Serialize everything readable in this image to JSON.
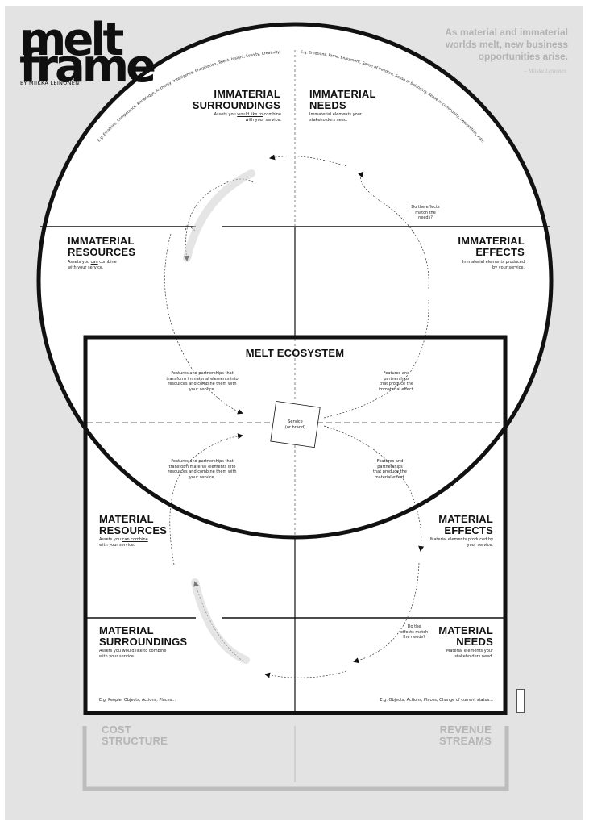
{
  "logo": {
    "line1": "melt",
    "line2": "frame",
    "byline": "BY MIIKKA LEINONEN"
  },
  "quote": {
    "text_lines": [
      "As material and immaterial",
      "worlds melt, new business",
      "opportunities arise."
    ],
    "attribution": "– Miikka Leinonen"
  },
  "arc_text": {
    "left": "E.g. Emotions, Competence, Knowledge, Authority, Intelligence, Imagination, Talent, Insight, Loyalty, Creativity...",
    "right": "E.g. Emotions, Fame, Enjoyment, Sense of freedom, Sense of belonging, Sense of community, Recognition, Admiration, Curiosity..."
  },
  "sections": {
    "immaterial_surroundings": {
      "title_lines": [
        "IMMATERIAL",
        "SURROUNDINGS"
      ],
      "desc_pre": "Assets you ",
      "desc_u": "would like to",
      "desc_post": " combine",
      "desc_line2": "with your service."
    },
    "immaterial_needs": {
      "title_lines": [
        "IMMATERIAL",
        "NEEDS"
      ],
      "desc_lines": [
        "Immaterial elements your",
        "stakeholders need."
      ]
    },
    "immaterial_resources": {
      "title_lines": [
        "IMMATERIAL",
        "RESOURCES"
      ],
      "desc_pre": "Assets you ",
      "desc_u": "can",
      "desc_post": " combine",
      "desc_line2": "with your service."
    },
    "immaterial_effects": {
      "title_lines": [
        "IMMATERIAL",
        "EFFECTS"
      ],
      "desc_lines": [
        "Immaterial elements produced",
        "by your service."
      ]
    },
    "melt_ecosystem": {
      "title": "MELT ECOSYSTEM"
    },
    "material_resources": {
      "title_lines": [
        "MATERIAL",
        "RESOURCES"
      ],
      "desc_pre": "Assets you ",
      "desc_u": "can combine",
      "desc_post": "",
      "desc_line2": "with your service."
    },
    "material_effects": {
      "title_lines": [
        "MATERIAL",
        "EFFECTS"
      ],
      "desc_lines": [
        "Material elements produced by",
        "your service."
      ]
    },
    "material_surroundings": {
      "title_lines": [
        "MATERIAL",
        "SURROUNDINGS"
      ],
      "desc_pre": "Assets you ",
      "desc_u": "would like to combine",
      "desc_post": "",
      "desc_line2": "with your service."
    },
    "material_needs": {
      "title_lines": [
        "MATERIAL",
        "NEEDS"
      ],
      "desc_lines": [
        "Material elements your",
        "stakeholders need."
      ]
    }
  },
  "annotations": {
    "effects_match_top": [
      "Do the effects",
      "match the",
      "needs?"
    ],
    "effects_match_bottom": [
      "Do the",
      "effects match",
      "the needs?"
    ],
    "transform_immaterial": [
      "Features and partnerships that",
      "transform immaterial elements into",
      "resources and combine them with",
      "your service."
    ],
    "produce_immaterial": [
      "Features and",
      "partnerships",
      "that produce the",
      "immaterial effect."
    ],
    "transform_material": [
      "Features and partnerships that",
      "transform material elements into",
      "resources and combine them with",
      "your service."
    ],
    "produce_material": [
      "Features and",
      "partnerships",
      "that produce the",
      "material effect."
    ]
  },
  "service": {
    "line1": "Service",
    "line2": "(or brand)"
  },
  "examples": {
    "left": "E.g. People, Objects, Actions, Places...",
    "right": "E.g. Objects, Actions, Places, Change of current status..."
  },
  "bottom": {
    "cost_lines": [
      "COST",
      "STRUCTURE"
    ],
    "revenue_lines": [
      "REVENUE",
      "STREAMS"
    ]
  },
  "colors": {
    "background": "#e3e3e3",
    "ink": "#111111",
    "faded": "#b5b5b5"
  },
  "icons": [
    "creative-commons-license-icon"
  ]
}
